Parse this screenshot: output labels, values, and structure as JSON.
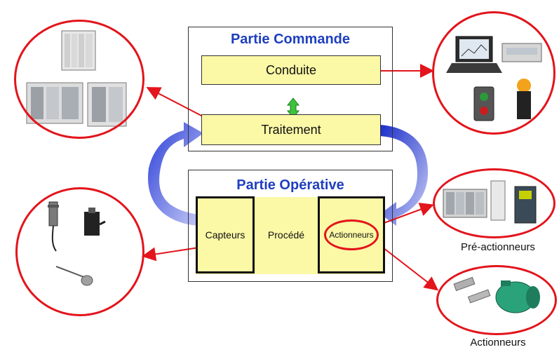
{
  "commande": {
    "title": "Partie Commande",
    "conduite": "Conduite",
    "traitement": "Traitement"
  },
  "operative": {
    "title": "Partie Opérative",
    "capteurs": "Capteurs",
    "procede": "Procédé",
    "actionneurs": "Actionneurs"
  },
  "captions": {
    "pre_actionneurs": "Pré-actionneurs",
    "actionneurs": "Actionneurs"
  },
  "colors": {
    "red": "#e3141b",
    "blue": "#1f3fbf",
    "yellow": "#fbf8a6",
    "arrow_blue": "#5a6fe0",
    "green": "#3cc33c"
  }
}
